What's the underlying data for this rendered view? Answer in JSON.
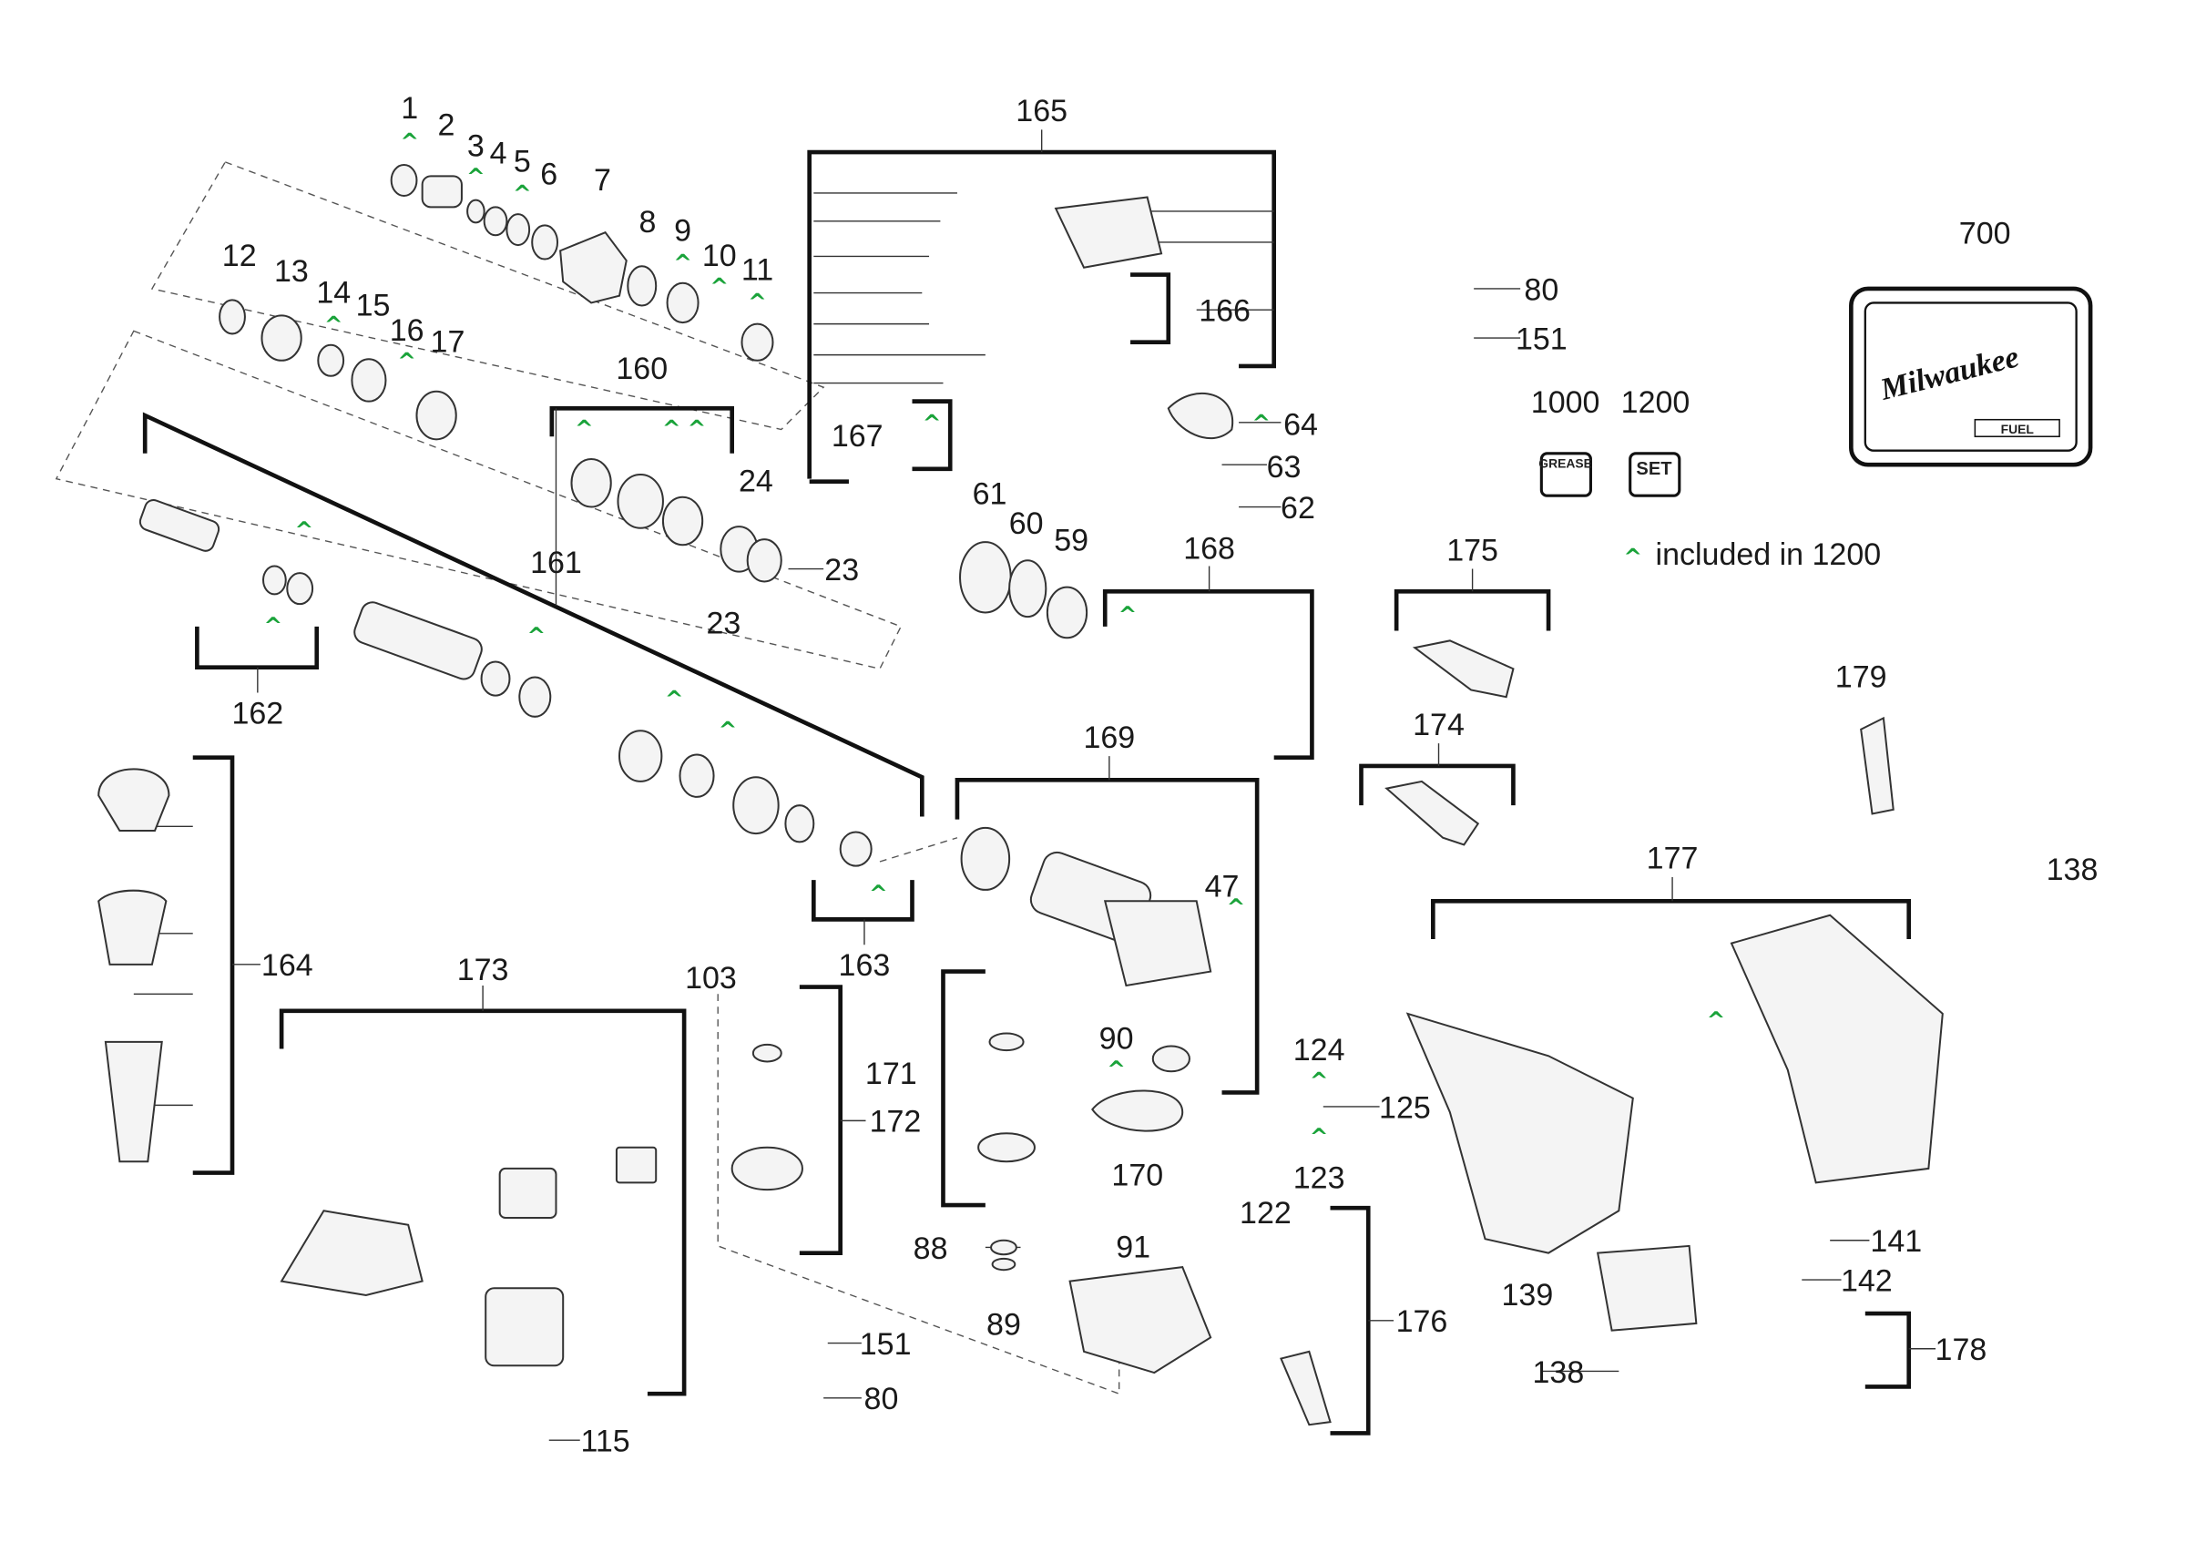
{
  "diagram": {
    "part_labels": [
      "1",
      "2",
      "3",
      "4",
      "5",
      "6",
      "7",
      "8",
      "9",
      "10",
      "11",
      "12",
      "13",
      "14",
      "15",
      "16",
      "17",
      "160",
      "24",
      "23",
      "23",
      "161",
      "162",
      "165",
      "166",
      "167",
      "80",
      "151",
      "700",
      "1000",
      "1200",
      "64",
      "63",
      "62",
      "61",
      "60",
      "59",
      "168",
      "175",
      "174",
      "179",
      "169",
      "47",
      "177",
      "138",
      "164",
      "173",
      "103",
      "163",
      "171",
      "172",
      "90",
      "124",
      "125",
      "123",
      "170",
      "122",
      "91",
      "88",
      "89",
      "141",
      "142",
      "139",
      "176",
      "178",
      "138",
      "151",
      "80",
      "115"
    ],
    "legend": {
      "marker": "^",
      "text": "included in 1200"
    },
    "kit_labels": {
      "grease": "GREASE",
      "set": "SET"
    },
    "case_logo": "Milwaukee",
    "case_badge": "FUEL",
    "colors": {
      "included_marker": "#1aa33a",
      "lines": "#111111"
    }
  }
}
